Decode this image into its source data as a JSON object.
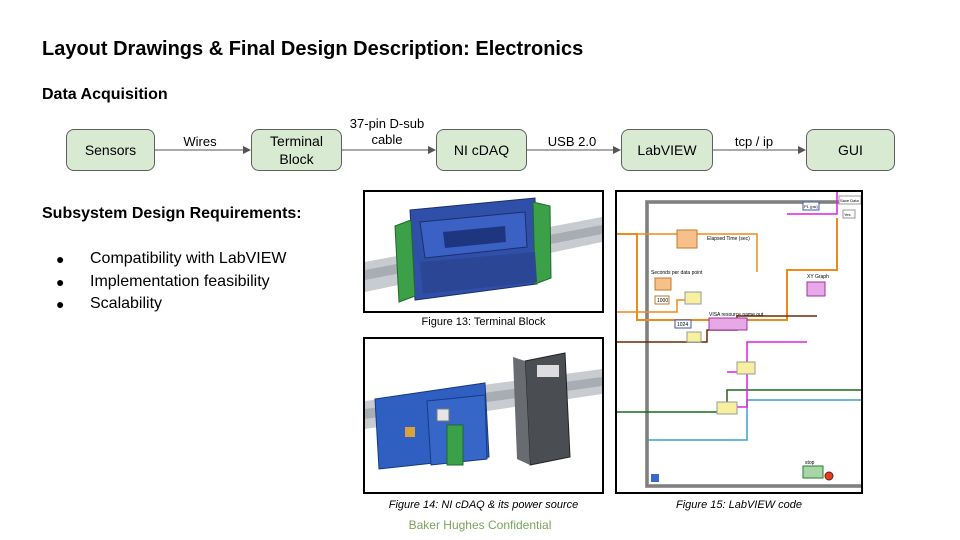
{
  "title": "Layout Drawings & Final Design Description: Electronics",
  "section_title": "Data Acquisition",
  "flow": {
    "nodes": [
      "Sensors",
      "Terminal Block",
      "NI cDAQ",
      "LabVIEW",
      "GUI"
    ],
    "edges": [
      "Wires",
      "37-pin D-sub cable",
      "USB 2.0",
      "tcp / ip"
    ]
  },
  "requirements": {
    "title": "Subsystem Design Requirements:",
    "items": [
      "Compatibility with LabVIEW",
      "Implementation feasibility",
      "Scalability"
    ]
  },
  "figures": {
    "fig13": "Figure 13: Terminal Block",
    "fig14": "Figure 14: NI cDAQ & its power source",
    "fig15": "Figure 15: LabVIEW code"
  },
  "labview": {
    "elapsed": "Elapsed Time (sec)",
    "seconds": "Seconds per data point",
    "xy": "XY Graph",
    "visa": "VISA resource name out",
    "stop": "stop",
    "save": "Save Data",
    "yes": "Yes",
    "p1": "P1 (psi)",
    "n1000": "1000",
    "n1024": "1024"
  },
  "footer": "Baker Hughes Confidential",
  "colors": {
    "node_fill": "#d9ead3",
    "footer": "#7aa35a"
  }
}
